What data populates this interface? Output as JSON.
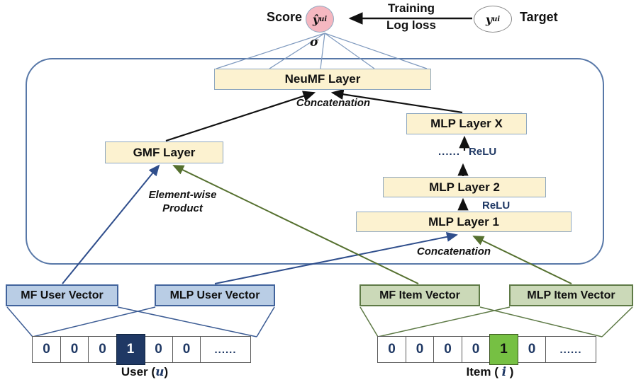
{
  "meta": {
    "title": "Neural Matrix Factorization (NeuMF) architecture diagram"
  },
  "colors": {
    "layer_fill_cream": "#FCF2D0",
    "layer_border": "#8FA8C0",
    "user_fill_blue": "#B9CDE5",
    "user_border_blue": "#41639C",
    "item_fill_green": "#CBD9B8",
    "item_border_green": "#5E7A46",
    "score_fill_pink": "#F5B7C0",
    "hot_user_cell": "#1F3864",
    "hot_item_cell": "#76C043",
    "frame_border": "#5878A8",
    "arrow_blue": "#2F4E8C",
    "arrow_green": "#55702F",
    "arrow_black": "#111111"
  },
  "output": {
    "score_label": "Score",
    "score_main": "ŷ",
    "score_sub": "ui",
    "sigma": "σ",
    "training_line1": "Training",
    "training_line2": "Log loss",
    "target_main": "y",
    "target_sub": "ui",
    "target_label": "Target"
  },
  "network": {
    "neumf": "NeuMF Layer",
    "concat_top": "Concatenation",
    "gmf": "GMF Layer",
    "elementwise_line1": "Element-wise",
    "elementwise_line2": "Product",
    "mlp_x": "MLP Layer X",
    "dots": "......",
    "relu_top": "ReLU",
    "mlp2": "MLP Layer 2",
    "relu_mid": "ReLU",
    "mlp1": "MLP Layer 1",
    "concat_bottom": "Concatenation"
  },
  "embeddings": {
    "mf_user": "MF User Vector",
    "mlp_user": "MLP User Vector",
    "mf_item": "MF Item Vector",
    "mlp_item": "MLP Item Vector"
  },
  "user_vector": {
    "cells": [
      "0",
      "0",
      "0",
      "1",
      "0",
      "0",
      "......"
    ],
    "hot_index": 3,
    "label_prefix": "User (",
    "label_var": "u",
    "label_suffix": ")"
  },
  "item_vector": {
    "cells": [
      "0",
      "0",
      "0",
      "0",
      "1",
      "0",
      "......"
    ],
    "hot_index": 4,
    "label_prefix": "Item ( ",
    "label_var": "i",
    "label_suffix": " )"
  }
}
